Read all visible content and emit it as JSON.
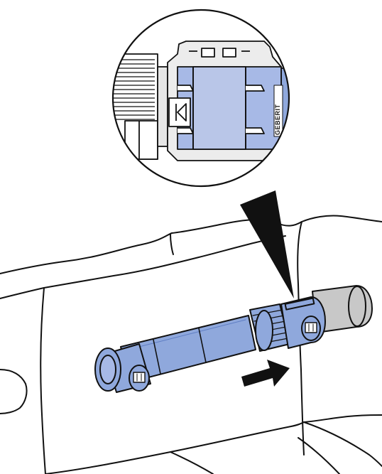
{
  "illustration": {
    "brand_mark": "GEBERIT",
    "colors": {
      "pipe_blue": "#8fa8dc",
      "pipe_blue_dark": "#5f7ec4",
      "outline": "#111111",
      "metal_pipe": "#c8c8c8",
      "wall_fill": "#ffffff",
      "lens_blue": "#a7b9e6"
    },
    "icons": {
      "arrow": "push-direction-arrow",
      "magnifier": "detail-callout"
    }
  }
}
